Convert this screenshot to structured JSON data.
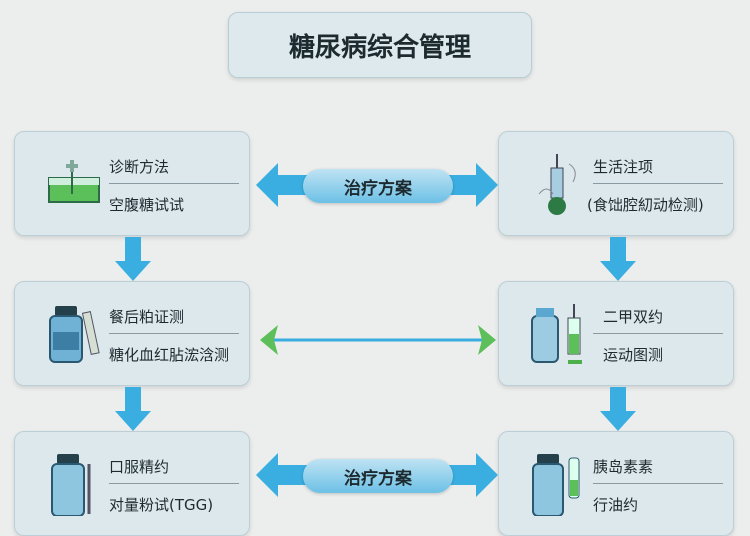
{
  "title": "糖尿病综合管理",
  "left": [
    {
      "line1": "诊断方法",
      "line2": "空腹糖试试",
      "icon": "test-tube-icon"
    },
    {
      "line1": "餐后粕证测",
      "line2": "糖化血红胋浤浛测",
      "icon": "medicine-bottle-icon"
    },
    {
      "line1": "口服精约",
      "line2": "对量粉试(TGG)",
      "icon": "medicine-bottle-icon"
    }
  ],
  "right": [
    {
      "line1": "生活注项",
      "line2": "(食饳腔糿动检测)",
      "icon": "syringe-plant-icon"
    },
    {
      "line1": "二甲双约",
      "line2": "运动图测",
      "icon": "syringe-icon"
    },
    {
      "line1": "胰岛素素",
      "line2": "行油约",
      "icon": "insulin-icon"
    }
  ],
  "connectors": [
    {
      "label": "治疗方案"
    },
    {
      "label": ""
    },
    {
      "label": "治疗方案"
    }
  ],
  "colors": {
    "arrow": "#3aaee0",
    "green": "#5cbf5a",
    "box": "#dce8ec"
  }
}
